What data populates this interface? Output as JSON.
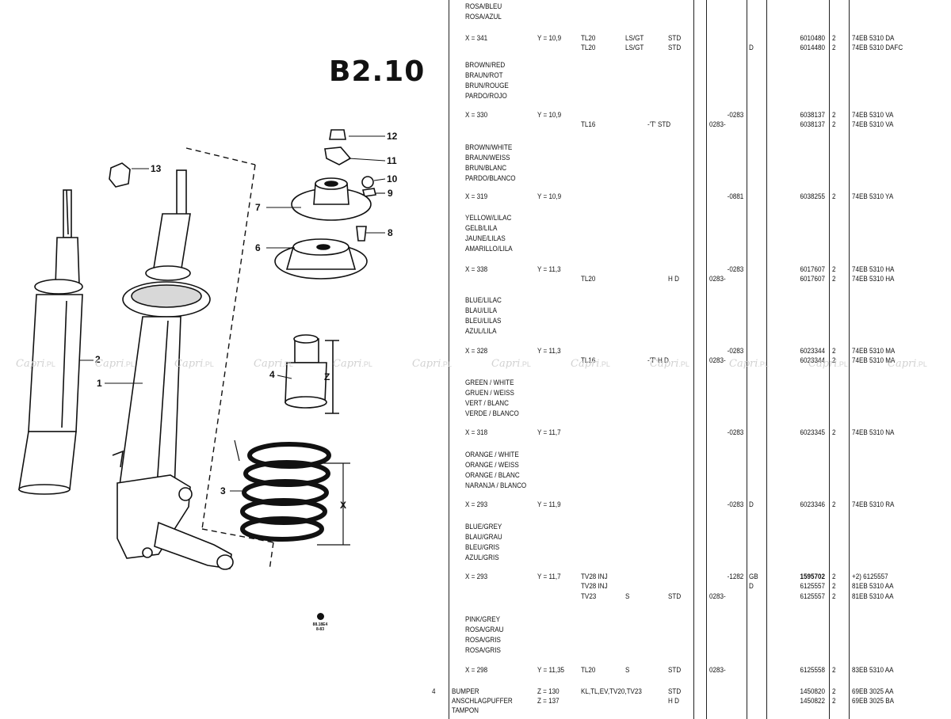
{
  "section_code": "B2.10",
  "diagram": {
    "callouts": [
      {
        "n": "1"
      },
      {
        "n": "2"
      },
      {
        "n": "3"
      },
      {
        "n": "4"
      },
      {
        "n": "6"
      },
      {
        "n": "7"
      },
      {
        "n": "8"
      },
      {
        "n": "9"
      },
      {
        "n": "10"
      },
      {
        "n": "11"
      },
      {
        "n": "12"
      },
      {
        "n": "13"
      }
    ],
    "dim_labels": {
      "x": "X",
      "z": "Z"
    },
    "stamp_lines": [
      "88.18E4",
      "8-83"
    ]
  },
  "watermark": {
    "word": "Capri",
    "suffix": ".PL"
  },
  "rows": [
    {
      "c": [
        "ROSA/BLEU",
        "ROSA/AZUL"
      ]
    },
    {
      "x": "X = 341",
      "y": "Y = 10,9",
      "lines": [
        {
          "model": "TL20",
          "trim": "LS/GT",
          "eng": "STD",
          "range": "",
          "cty": "",
          "part": "6010480",
          "qty": "2",
          "ref": "74EB 5310 DA"
        },
        {
          "model": "TL20",
          "trim": "LS/GT",
          "eng": "STD",
          "range": "",
          "cty": "D",
          "part": "6014480",
          "qty": "2",
          "ref": "74EB 5310 DAFC"
        }
      ]
    },
    {
      "c": [
        "BROWN/RED",
        "BRAUN/ROT",
        "BRUN/ROUGE",
        "PARDO/ROJO"
      ]
    },
    {
      "x": "X = 330",
      "y": "Y = 10,9",
      "lines": [
        {
          "model": "",
          "trim": "",
          "eng": "",
          "range": "-0283",
          "cty": "",
          "part": "6038137",
          "qty": "2",
          "ref": "74EB 5310 VA"
        },
        {
          "model": "TL16",
          "trim": "-'T' STD",
          "eng": "",
          "range": "0283-",
          "cty": "",
          "part": "6038137",
          "qty": "2",
          "ref": "74EB 5310 VA"
        }
      ]
    },
    {
      "c": [
        "BROWN/WHITE",
        "BRAUN/WEISS",
        "BRUN/BLANC",
        "PARDO/BLANCO"
      ]
    },
    {
      "x": "X = 319",
      "y": "Y = 10,9",
      "lines": [
        {
          "model": "",
          "trim": "",
          "eng": "",
          "range": "-0881",
          "cty": "",
          "part": "6038255",
          "qty": "2",
          "ref": "74EB 5310 YA"
        }
      ]
    },
    {
      "c": [
        "YELLOW/LILAC",
        "GELB/LILA",
        "JAUNE/LILAS",
        "AMARILLO/LILA"
      ]
    },
    {
      "x": "X = 338",
      "y": "Y = 11,3",
      "lines": [
        {
          "model": "",
          "trim": "",
          "eng": "",
          "range": "-0283",
          "cty": "",
          "part": "6017607",
          "qty": "2",
          "ref": "74EB 5310 HA"
        },
        {
          "model": "TL20",
          "trim": "",
          "eng": "H D",
          "range": "0283-",
          "cty": "",
          "part": "6017607",
          "qty": "2",
          "ref": "74EB 5310 HA"
        }
      ]
    },
    {
      "c": [
        "BLUE/LILAC",
        "BLAU/LILA",
        "BLEU/LILAS",
        "AZUL/LILA"
      ]
    },
    {
      "x": "X = 328",
      "y": "Y = 11,3",
      "lines": [
        {
          "model": "",
          "trim": "",
          "eng": "",
          "range": "-0283",
          "cty": "",
          "part": "6023344",
          "qty": "2",
          "ref": "74EB 5310 MA"
        },
        {
          "model": "TL16",
          "trim": "-'T' H D",
          "eng": "",
          "range": "0283-",
          "cty": "",
          "part": "6023344",
          "qty": "2",
          "ref": "74EB 5310 MA"
        }
      ]
    },
    {
      "c": [
        "GREEN / WHITE",
        "GRUEN / WEISS",
        "VERT / BLANC",
        "VERDE / BLANCO"
      ]
    },
    {
      "x": "X = 318",
      "y": "Y = 11,7",
      "lines": [
        {
          "model": "",
          "trim": "",
          "eng": "",
          "range": "-0283",
          "cty": "",
          "part": "6023345",
          "qty": "2",
          "ref": "74EB 5310 NA"
        }
      ]
    },
    {
      "c": [
        "ORANGE / WHITE",
        "ORANGE / WEISS",
        "ORANGE / BLANC",
        "NARANJA / BLANCO"
      ]
    },
    {
      "x": "X = 293",
      "y": "Y = 11,9",
      "lines": [
        {
          "model": "",
          "trim": "",
          "eng": "",
          "range": "-0283",
          "cty": "D",
          "part": "6023346",
          "qty": "2",
          "ref": "74EB 5310 RA"
        }
      ]
    },
    {
      "c": [
        "BLUE/GREY",
        "BLAU/GRAU",
        "BLEU/GRIS",
        "AZUL/GRIS"
      ]
    },
    {
      "x": "X = 293",
      "y": "Y = 11,7",
      "lines": [
        {
          "model": "TV28 INJ",
          "trim": "",
          "eng": "",
          "range": "-1282",
          "cty": "GB",
          "part": "1595702",
          "qty": "2",
          "ref": "+2) 6125557",
          "italic": true
        },
        {
          "model": "TV28 INJ",
          "trim": "",
          "eng": "",
          "range": "",
          "cty": "D",
          "part": "6125557",
          "qty": "2",
          "ref": "81EB 5310 AA"
        },
        {
          "model": "TV23",
          "trim": "S",
          "eng": "STD",
          "range": "0283-",
          "cty": "",
          "part": "6125557",
          "qty": "2",
          "ref": "81EB 5310 AA"
        }
      ]
    },
    {
      "c": [
        "PINK/GREY",
        "ROSA/GRAU",
        "ROSA/GRIS",
        "ROSA/GRIS"
      ]
    },
    {
      "x": "X = 298",
      "y": "Y = 11,35",
      "lines": [
        {
          "model": "TL20",
          "trim": "S",
          "eng": "STD",
          "range": "0283-",
          "cty": "",
          "part": "6125558",
          "qty": "2",
          "ref": "83EB 5310 AA"
        }
      ]
    }
  ],
  "bumper": {
    "marker": "4",
    "names": [
      "BUMPER",
      "ANSCHLAGPUFFER",
      "TAMPON"
    ],
    "lines": [
      {
        "z": "Z = 130",
        "model": "KL,TL,EV,TV20,TV23",
        "eng": "STD",
        "part": "1450820",
        "qty": "2",
        "ref": "69EB 3025 AA"
      },
      {
        "z": "Z = 137",
        "model": "",
        "eng": "H D",
        "part": "1450822",
        "qty": "2",
        "ref": "69EB 3025 BA"
      }
    ]
  }
}
